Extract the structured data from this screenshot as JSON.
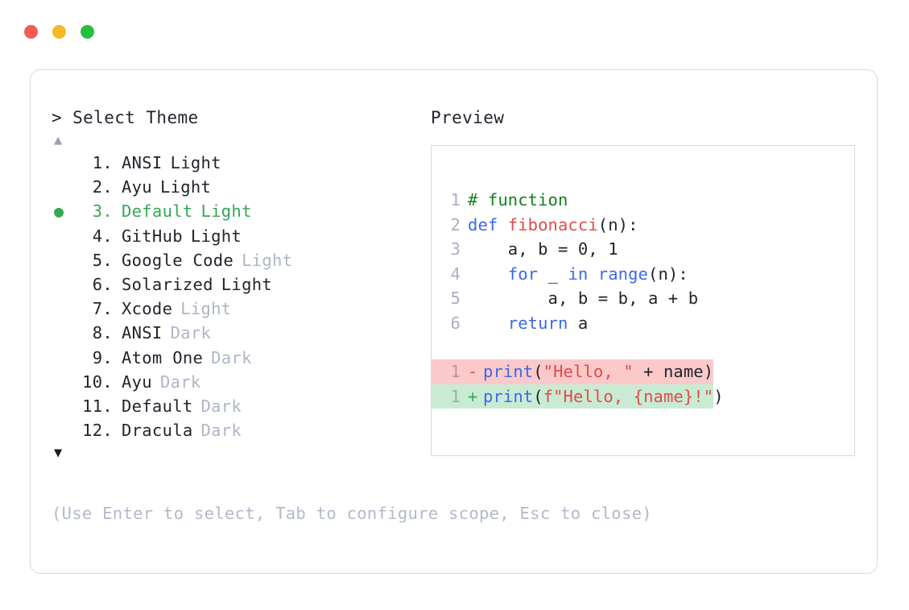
{
  "window": {
    "traffic_lights": [
      {
        "name": "close",
        "color": "#f45b52"
      },
      {
        "name": "minimize",
        "color": "#f7b825"
      },
      {
        "name": "zoom",
        "color": "#25bf3c"
      }
    ]
  },
  "left_panel": {
    "prompt": "> Select Theme",
    "scroll_up_icon": "▲",
    "scroll_down_icon": "▼",
    "selected_bullet": "●",
    "selected_index": 3,
    "accent_color": "#35a853",
    "items": [
      {
        "num": " 1.",
        "name": "ANSI",
        "variant": "Light",
        "variant_dim": false,
        "selected": false,
        "bullet": ""
      },
      {
        "num": " 2.",
        "name": "Ayu",
        "variant": "Light",
        "variant_dim": false,
        "selected": false,
        "bullet": ""
      },
      {
        "num": " 3.",
        "name": "Default",
        "variant": "Light",
        "variant_dim": false,
        "selected": true,
        "bullet": "●"
      },
      {
        "num": " 4.",
        "name": "GitHub",
        "variant": "Light",
        "variant_dim": false,
        "selected": false,
        "bullet": ""
      },
      {
        "num": " 5.",
        "name": "Google Code",
        "variant": "Light",
        "variant_dim": true,
        "selected": false,
        "bullet": ""
      },
      {
        "num": " 6.",
        "name": "Solarized",
        "variant": "Light",
        "variant_dim": false,
        "selected": false,
        "bullet": ""
      },
      {
        "num": " 7.",
        "name": "Xcode",
        "variant": "Light",
        "variant_dim": true,
        "selected": false,
        "bullet": ""
      },
      {
        "num": " 8.",
        "name": "ANSI",
        "variant": "Dark",
        "variant_dim": true,
        "selected": false,
        "bullet": ""
      },
      {
        "num": " 9.",
        "name": "Atom One",
        "variant": "Dark",
        "variant_dim": true,
        "selected": false,
        "bullet": ""
      },
      {
        "num": "10.",
        "name": "Ayu",
        "variant": "Dark",
        "variant_dim": true,
        "selected": false,
        "bullet": ""
      },
      {
        "num": "11.",
        "name": "Default",
        "variant": "Dark",
        "variant_dim": true,
        "selected": false,
        "bullet": ""
      },
      {
        "num": "12.",
        "name": "Dracula",
        "variant": "Dark",
        "variant_dim": true,
        "selected": false,
        "bullet": ""
      }
    ],
    "help_text": "(Use Enter to select, Tab to configure scope, Esc to close)"
  },
  "right_panel": {
    "title": "Preview",
    "code_lines": [
      {
        "ln": "1",
        "tokens": [
          {
            "t": "# function",
            "c": "tok-comment"
          }
        ]
      },
      {
        "ln": "2",
        "tokens": [
          {
            "t": "def ",
            "c": "tok-keyword"
          },
          {
            "t": "fibonacci",
            "c": "tok-function"
          },
          {
            "t": "(n):",
            "c": "tok-punct"
          }
        ]
      },
      {
        "ln": "3",
        "tokens": [
          {
            "t": "    a, b = 0, 1",
            "c": "tok-plain"
          }
        ]
      },
      {
        "ln": "4",
        "tokens": [
          {
            "t": "    ",
            "c": "tok-plain"
          },
          {
            "t": "for",
            "c": "tok-keyword"
          },
          {
            "t": " _ ",
            "c": "tok-plain"
          },
          {
            "t": "in",
            "c": "tok-keyword"
          },
          {
            "t": " ",
            "c": "tok-plain"
          },
          {
            "t": "range",
            "c": "tok-builtin"
          },
          {
            "t": "(n):",
            "c": "tok-punct"
          }
        ]
      },
      {
        "ln": "5",
        "tokens": [
          {
            "t": "        a, b = b, a + b",
            "c": "tok-plain"
          }
        ]
      },
      {
        "ln": "6",
        "tokens": [
          {
            "t": "    ",
            "c": "tok-plain"
          },
          {
            "t": "return",
            "c": "tok-keyword"
          },
          {
            "t": " a",
            "c": "tok-plain"
          }
        ]
      }
    ],
    "diff_lines": [
      {
        "ln": "1",
        "marker": "-",
        "kind": "del",
        "tokens": [
          {
            "t": "print",
            "c": "tok-builtin"
          },
          {
            "t": "(",
            "c": "tok-punct"
          },
          {
            "t": "\"Hello, \"",
            "c": "tok-string"
          },
          {
            "t": " + name)",
            "c": "tok-plain"
          }
        ],
        "tail": ""
      },
      {
        "ln": "1",
        "marker": "+",
        "kind": "add",
        "tokens": [
          {
            "t": "print",
            "c": "tok-builtin"
          },
          {
            "t": "(",
            "c": "tok-punct"
          },
          {
            "t": "f\"Hello, {name}!\"",
            "c": "tok-string"
          }
        ],
        "tail": ")"
      }
    ]
  },
  "colors": {
    "accent_green": "#35a853",
    "diff_add_bg": "#c9ebd3",
    "diff_del_bg": "#fbc9c9",
    "border": "#d7dae3",
    "text": "#22252e",
    "dim_text": "#aeb6c7"
  }
}
